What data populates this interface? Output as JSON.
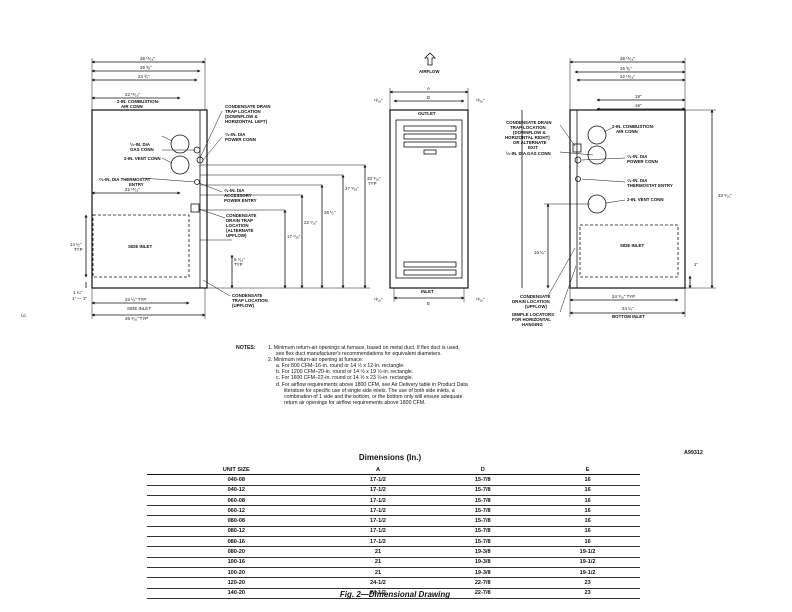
{
  "drawing": {
    "left_view": {
      "labels": {
        "combustion_air": [
          "2-IN. COMBUSTION-",
          "AIR CONN"
        ],
        "gas_conn": [
          "¹⁄₂-IN. DIA",
          "GAS CONN"
        ],
        "vent_conn": "2-IN. VENT CONN",
        "thermostat_entry": [
          "⁷⁄₈-IN. DIA THERMOSTAT",
          "ENTRY"
        ],
        "condensate_trap_top": [
          "CONDENSATE DRAIN",
          "TRAP LOCATION",
          "(DOWNFLOW &",
          "HORIZONTAL LEFT)"
        ],
        "power_conn": [
          "⁷⁄₈-IN. DIA",
          "POWER CONN"
        ],
        "accessory_entry": [
          "⁷⁄₈-IN. DIA",
          "ACCESSORY",
          "POWER ENTRY"
        ],
        "condensate_trap_alt": [
          "CONDENSATE",
          "DRAIN TRAP",
          "LOCATION",
          "(ALTERNATE",
          "UPFLOW)"
        ],
        "condensate_trap_upflow": [
          "CONDENSATE",
          "TRAP LOCATION",
          "(UPFLOW)"
        ],
        "side_inlet": "SIDE INLET",
        "typ_inlet_dim": "14 ¹⁄₂\"",
        "typ": "TYP",
        "bottom_dim": "1 ¹⁄₄\"",
        "bottom_dim2": "1\" — 1\""
      },
      "dims": {
        "overall_top": "28 ¹⁵⁄₁₆\"",
        "top2": "26 ³⁄₈\"",
        "top3": "24 ³⁄₄\"",
        "top4": "22 ¹⁵⁄₁₆\"",
        "mid": "22 ¹⁵⁄₁₆\"",
        "bottom1": "23 ¹⁄₄\" TYP",
        "bottom1_label": "SIDE INLET",
        "bottom2": "26 ⁹⁄₁₆\" TYP",
        "v1": "33 ⁵⁄₁₆\"",
        "v1_typ": "TYP",
        "v2": "27 ⁹⁄₁₆\"",
        "v3": "26 ¹⁄₂\"",
        "v4": "22 ⁷⁄₁₆\"",
        "v5": "17 ⁷⁄₁₆\"",
        "v6": "9 ⁷⁄₁₆\"",
        "v6_typ": "TYP"
      }
    },
    "center_view": {
      "airflow": "AIRFLOW",
      "a": "A",
      "d": "D",
      "e": "E",
      "outlet": "OUTLET",
      "inlet": "INLET",
      "side_dim": "¹³⁄₁₆\""
    },
    "right_view": {
      "labels": {
        "condensate_trap": [
          "CONDENSATE DRAIN",
          "TRAP LOCATION",
          "(DOWNFLOW &",
          "HORIZONTAL RIGHT)",
          "OR ALTERNATE",
          "EXIT"
        ],
        "gas_conn": "¹⁄₂-IN. DIA GAS CONN",
        "combustion_air": [
          "2-IN. COMBUSTION-",
          "AIR CONN"
        ],
        "power_conn": [
          "⁷⁄₈-IN. DIA",
          "POWER CONN"
        ],
        "thermostat_entry": [
          "⁷⁄₈-IN. DIA",
          "THERMOSTAT ENTRY"
        ],
        "vent_conn": "2-IN. VENT CONN",
        "side_inlet": "SIDE INLET",
        "condensate_drain": [
          "CONDENSATE",
          "DRAIN LOCATION",
          "(UPFLOW)"
        ],
        "dimple_locators": [
          "DIMPLE LOCATORS",
          "FOR HORIZONTAL",
          "HANGING"
        ],
        "bottom_inlet": "BOTTOM INLET"
      },
      "dims": {
        "overall_top": "28 ¹⁵⁄₁₆\"",
        "top2": "26 ³⁄₈\"",
        "top3": "22 ¹⁵⁄₁₆\"",
        "top4": "19\"",
        "top5": "16\"",
        "bottom1": "24 ⁵⁄₁₆\" TYP",
        "bottom2": "24 ¹⁄₄\"",
        "v_right": "33 ⁵⁄₁₆\"",
        "v_mid": "16 ¹⁄₄\"",
        "v_small": "1\""
      }
    }
  },
  "notes": {
    "header": "NOTES:",
    "lines": [
      "1.  Minimum return-air openings at furnace, based on metal duct. If flex duct is used,",
      "see flex duct manufacturer's recommendations for equivalent diameters.",
      "2.  Minimum return-air opening at furnace:",
      "a.  For 800 CFM–16-in. round or 14 ½ x 12-in. rectangle.",
      "b.  For 1200 CFM–20-in. round or 14 ½ x 19 ½-in. rectangle.",
      "c.  For 1600 CFM–22-in. round or 14 ½ x 23 ¼-in. rectangle.",
      "d.  For airflow requirements above 1800 CFM, see Air Delivery table in Product Data",
      "literature for specific use of single side inlets. The use of both side inlets, a",
      "combination of 1 side and the bottom, or the bottom only will ensure adequate",
      "return air openings for airflow requirements above 1800 CFM."
    ]
  },
  "drawing_code": "A99312",
  "table": {
    "title": "Dimensions (In.)",
    "columns": [
      "UNIT SIZE",
      "A",
      "D",
      "E"
    ],
    "rows": [
      [
        "040-08",
        "17-1/2",
        "15-7/8",
        "16"
      ],
      [
        "040-12",
        "17-1/2",
        "15-7/8",
        "16"
      ],
      [
        "060-08",
        "17-1/2",
        "15-7/8",
        "16"
      ],
      [
        "060-12",
        "17-1/2",
        "15-7/8",
        "16"
      ],
      [
        "080-08",
        "17-1/2",
        "15-7/8",
        "16"
      ],
      [
        "080-12",
        "17-1/2",
        "15-7/8",
        "16"
      ],
      [
        "080-16",
        "17-1/2",
        "15-7/8",
        "16"
      ],
      [
        "080-20",
        "21",
        "19-3/8",
        "19-1/2"
      ],
      [
        "100-16",
        "21",
        "19-3/8",
        "19-1/2"
      ],
      [
        "100-20",
        "21",
        "19-3/8",
        "19-1/2"
      ],
      [
        "120-20",
        "24-1/2",
        "22-7/8",
        "23"
      ],
      [
        "140-20",
        "24-1/2",
        "22-7/8",
        "23"
      ]
    ]
  },
  "figure_caption": "Fig. 2—Dimensional Drawing",
  "edge_mark": "ω"
}
